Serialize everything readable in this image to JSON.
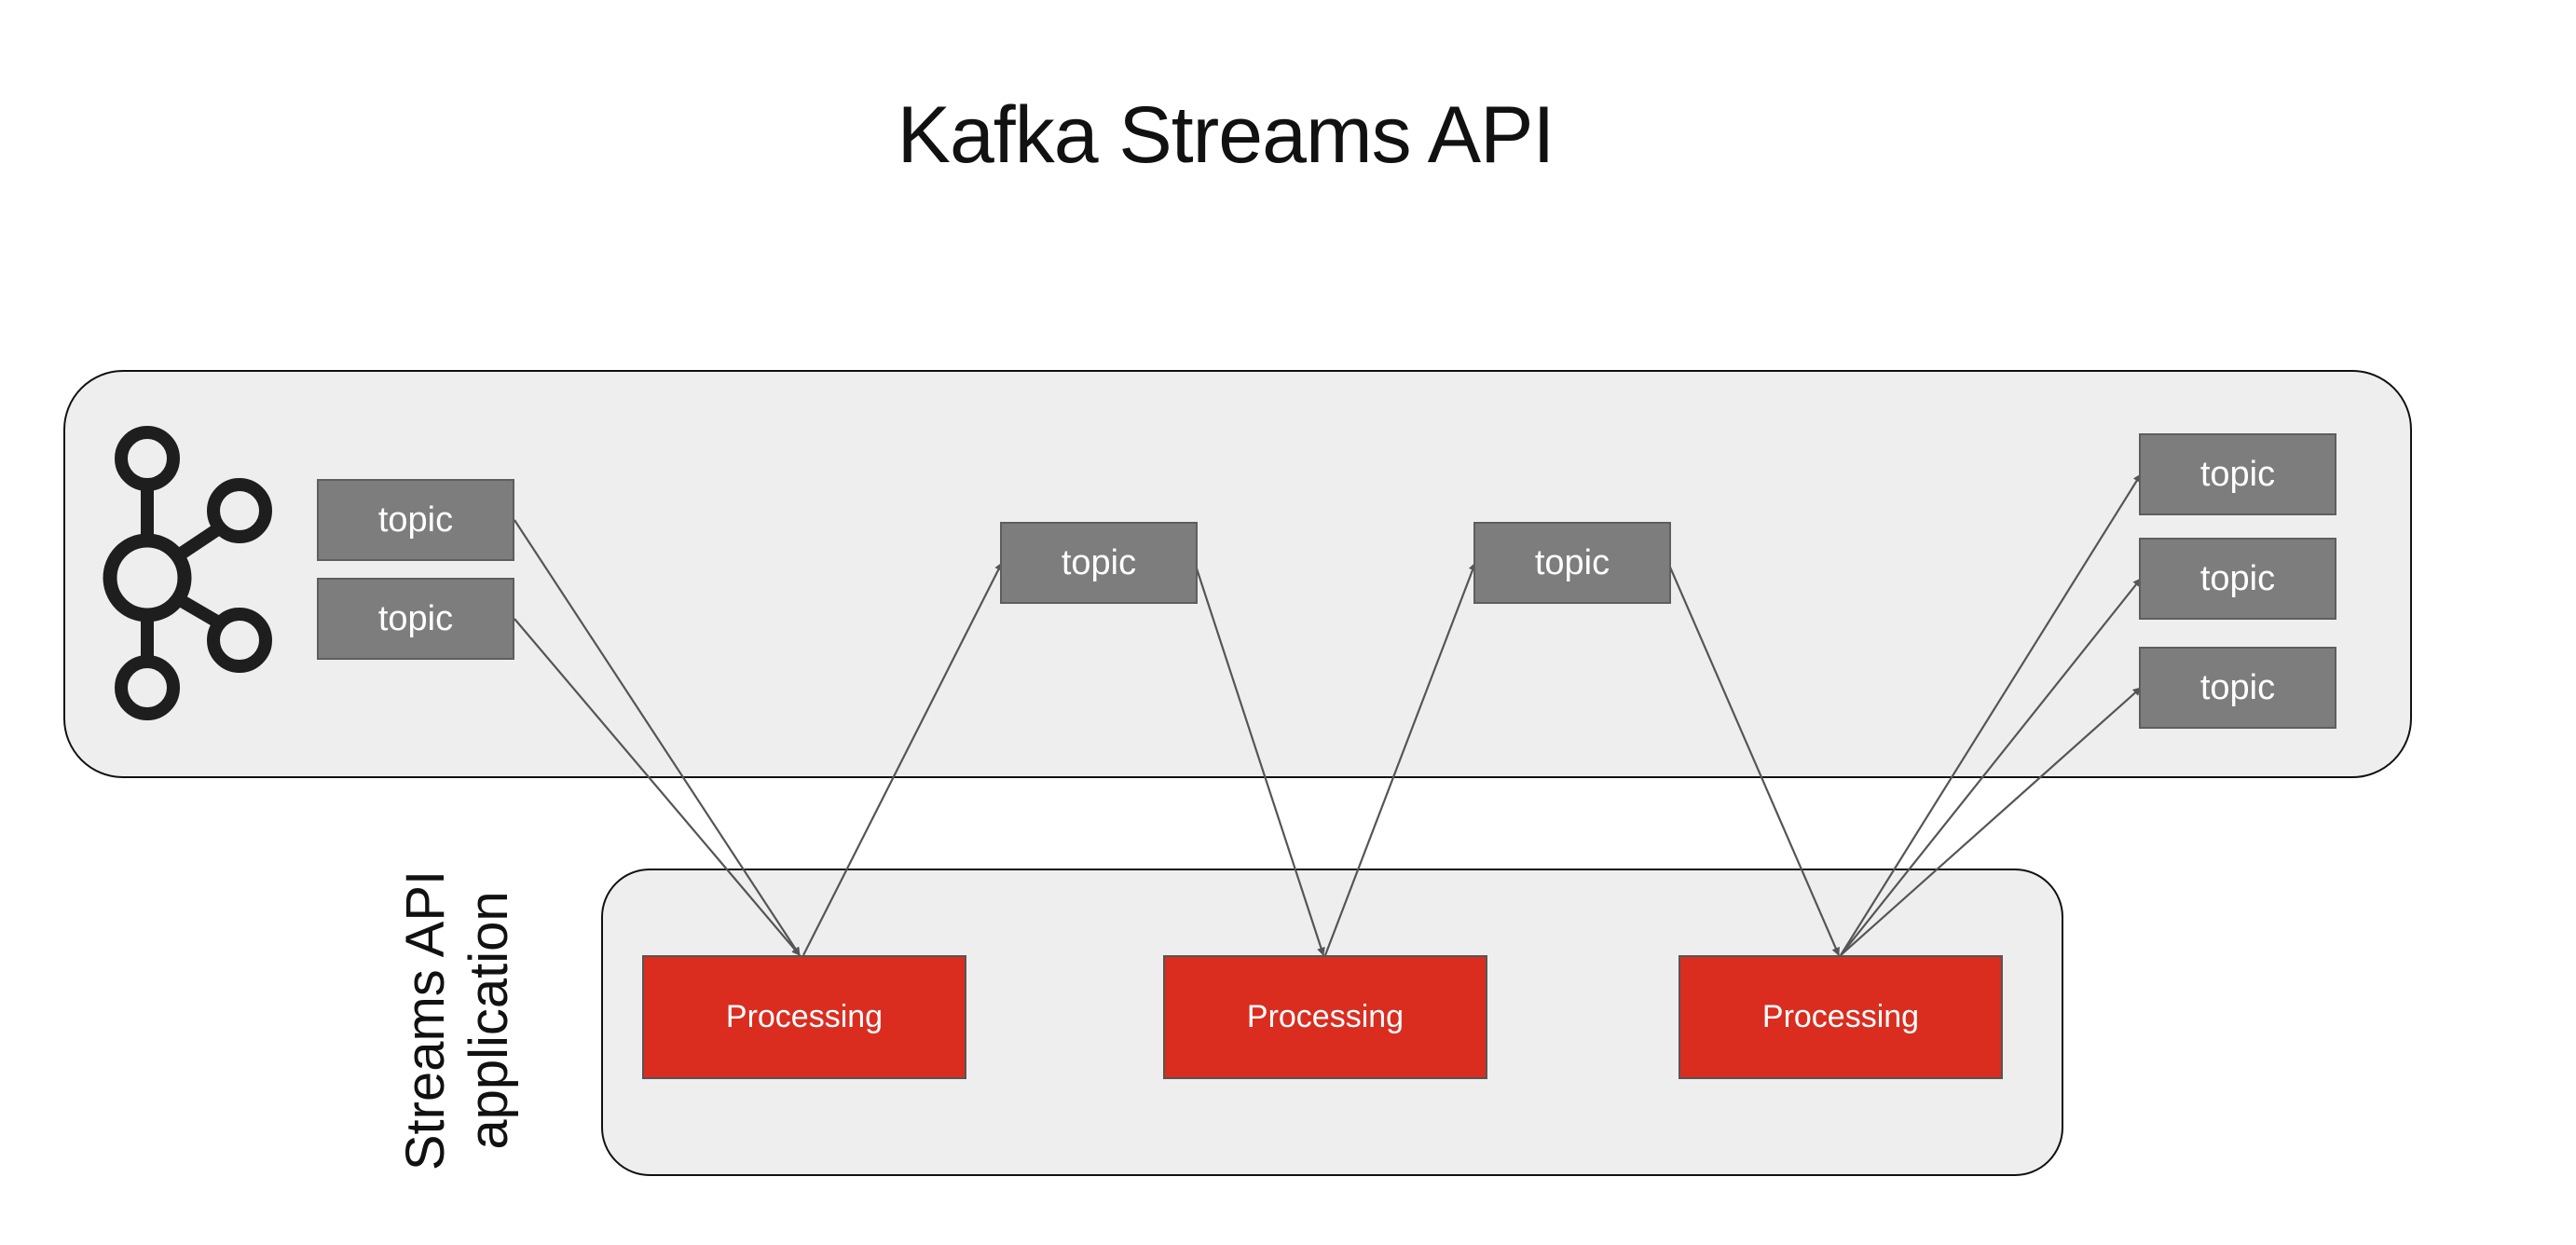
{
  "title": "Kafka Streams API",
  "application_label_line1": "Streams API",
  "application_label_line2": "application",
  "topics": [
    {
      "id": "topic-1",
      "label": "topic"
    },
    {
      "id": "topic-2",
      "label": "topic"
    },
    {
      "id": "topic-3",
      "label": "topic"
    },
    {
      "id": "topic-4",
      "label": "topic"
    },
    {
      "id": "topic-5",
      "label": "topic"
    },
    {
      "id": "topic-6",
      "label": "topic"
    },
    {
      "id": "topic-7",
      "label": "topic"
    }
  ],
  "processors": [
    {
      "id": "processing-1",
      "label": "Processing"
    },
    {
      "id": "processing-2",
      "label": "Processing"
    },
    {
      "id": "processing-3",
      "label": "Processing"
    }
  ],
  "edges": [
    {
      "from": "topic-1",
      "to": "processing-1"
    },
    {
      "from": "topic-2",
      "to": "processing-1"
    },
    {
      "from": "processing-1",
      "to": "topic-3"
    },
    {
      "from": "topic-3",
      "to": "processing-2"
    },
    {
      "from": "processing-2",
      "to": "topic-4"
    },
    {
      "from": "topic-4",
      "to": "processing-3"
    },
    {
      "from": "processing-3",
      "to": "topic-5"
    },
    {
      "from": "processing-3",
      "to": "topic-6"
    },
    {
      "from": "processing-3",
      "to": "topic-7"
    }
  ],
  "colors": {
    "topic_fill": "#7d7d7d",
    "processing_fill": "#da2d20",
    "panel_fill": "#eeeeee",
    "arrow": "#555555"
  },
  "icons": {
    "cluster": "kafka-logo-icon"
  }
}
